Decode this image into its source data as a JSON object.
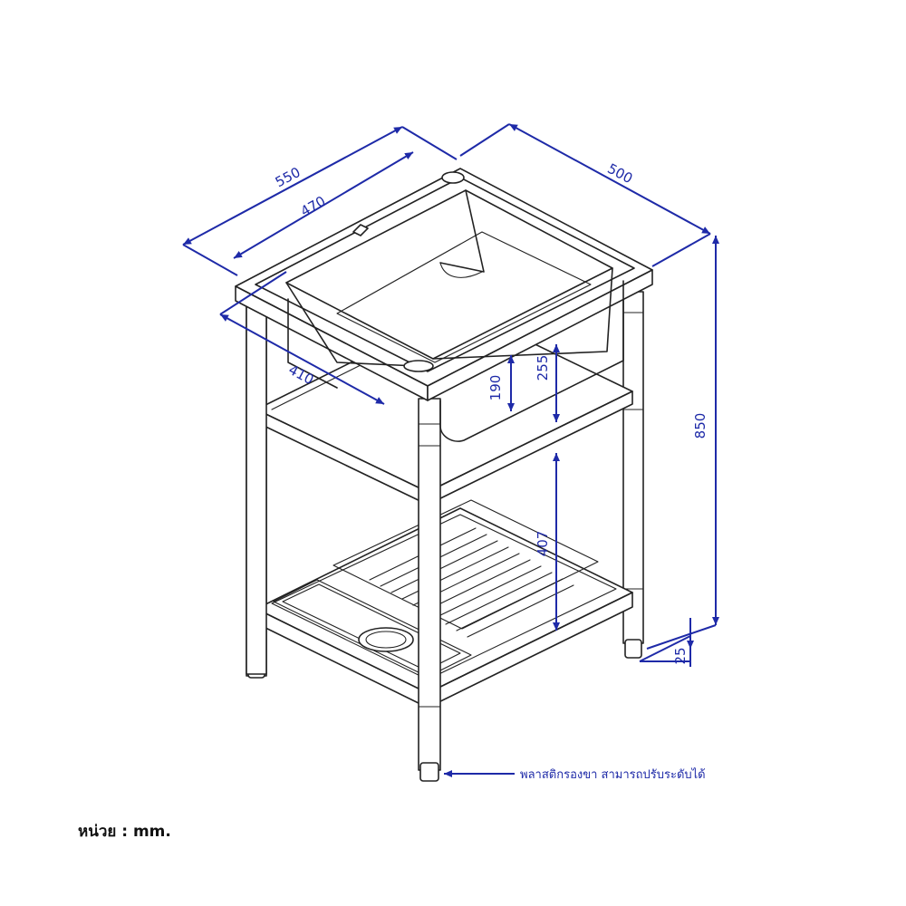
{
  "dimensions": {
    "overall_width": "550",
    "bowl_width": "470",
    "depth": "500",
    "bowl_depth": "410",
    "total_height": "850",
    "bowl_height_inner": "190",
    "bowl_height_outer": "255",
    "shelf_gap": "407",
    "foot_height": "25"
  },
  "labels": {
    "foot_note": "พลาสติกรองขา สามารถปรับระดับได้",
    "unit": "หน่วย : mm."
  },
  "colors": {
    "dimension": "#1e2aa8",
    "line": "#222222",
    "text": "#111111"
  }
}
